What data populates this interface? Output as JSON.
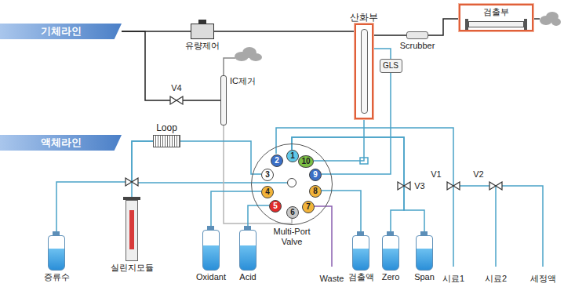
{
  "diagram": {
    "nodes": [
      {
        "text": [
          "기체라인"
        ]
      },
      {
        "text": [
          "유량제어"
        ]
      },
      {
        "text": [
          "IC제거"
        ]
      },
      {
        "text": [
          "산화부"
        ]
      },
      {
        "text": [
          "GLS"
        ]
      },
      {
        "text": [
          "Scrubber"
        ]
      },
      {
        "text": [
          "검출부"
        ]
      },
      {
        "text": [
          "액체라인"
        ]
      },
      {
        "text": [
          "Loop"
        ]
      },
      {
        "text": [
          "Multi-Port Valve"
        ]
      },
      {
        "text": [
          "1"
        ],
        "in": 9
      },
      {
        "text": [
          "2"
        ],
        "in": 9
      },
      {
        "text": [
          "3"
        ],
        "in": 9
      },
      {
        "text": [
          "4"
        ],
        "in": 9
      },
      {
        "text": [
          "5"
        ],
        "in": 9
      },
      {
        "text": [
          "6"
        ],
        "in": 9
      },
      {
        "text": [
          "7"
        ],
        "in": 9
      },
      {
        "text": [
          "8"
        ],
        "in": 9
      },
      {
        "text": [
          "9"
        ],
        "in": 9
      },
      {
        "text": [
          "10"
        ],
        "in": 9
      },
      {
        "text": [
          "증류수"
        ]
      },
      {
        "text": [
          "실린지모듈"
        ]
      },
      {
        "text": [
          "Oxidant"
        ]
      },
      {
        "text": [
          "Acid"
        ]
      },
      {
        "text": [
          "검출액"
        ]
      },
      {
        "text": [
          "Zero"
        ]
      },
      {
        "text": [
          "Span"
        ]
      }
    ],
    "edges": [
      {
        "from": 0,
        "to": 1,
        "arrow": "none"
      },
      {
        "from": 0,
        "to": 2,
        "arrow": "none"
      },
      {
        "from": 1,
        "to": 3,
        "arrow": "none"
      },
      {
        "from": 3,
        "to": 5,
        "arrow": "none"
      },
      {
        "from": 5,
        "to": 6,
        "arrow": "none"
      },
      {
        "from": 3,
        "to": 4,
        "arrow": "none"
      },
      {
        "from": 4,
        "to": 18,
        "arrow": "none"
      },
      {
        "from": 3,
        "to": 19,
        "arrow": "none"
      },
      {
        "from": 10,
        "to": 25,
        "arrow": "none"
      },
      {
        "from": 10,
        "to": 26,
        "arrow": "none"
      },
      {
        "from": 2,
        "to": 15,
        "arrow": "none"
      },
      {
        "from": 22,
        "to": 13,
        "arrow": "none"
      },
      {
        "from": 23,
        "to": 14,
        "arrow": "none"
      },
      {
        "from": 24,
        "to": 17,
        "arrow": "none"
      },
      {
        "from": 20,
        "to": 8,
        "arrow": "none"
      },
      {
        "from": 21,
        "to": 8,
        "arrow": "none"
      },
      {
        "from": 8,
        "to": 12,
        "arrow": "none"
      }
    ],
    "labels": [
      "V4",
      "V3",
      "V1",
      "V2",
      "Waste",
      "시료1",
      "시료2",
      "세정액"
    ]
  }
}
